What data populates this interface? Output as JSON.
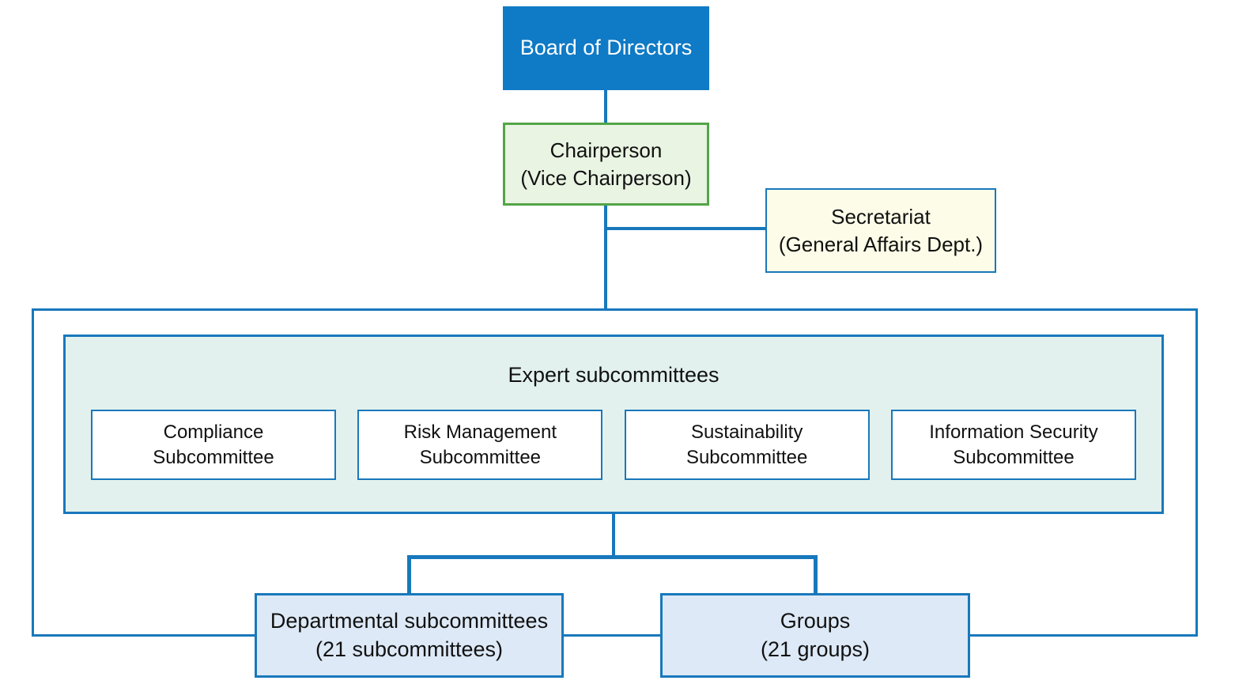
{
  "colors": {
    "primary-blue": "#1878bc",
    "board-fill": "#0f7ac5",
    "green-border": "#52a547",
    "chair-fill": "#eaf4e3",
    "secretariat-fill": "#fdfce8",
    "panel-fill": "#e3f1ee",
    "bottom-fill": "#dde9f6",
    "text-color": "#111111"
  },
  "board": {
    "label": "Board of Directors"
  },
  "chairperson": {
    "line1": "Chairperson",
    "line2": "(Vice Chairperson)"
  },
  "secretariat": {
    "line1": "Secretariat",
    "line2": "(General Affairs Dept.)"
  },
  "expert": {
    "title": "Expert subcommittees",
    "subcommittees": [
      {
        "line1": "Compliance",
        "line2": "Subcommittee"
      },
      {
        "line1": "Risk Management",
        "line2": "Subcommittee"
      },
      {
        "line1": "Sustainability",
        "line2": "Subcommittee"
      },
      {
        "line1": "Information Security",
        "line2": "Subcommittee"
      }
    ]
  },
  "departmental": {
    "line1": "Departmental subcommittees",
    "line2": "(21 subcommittees)"
  },
  "groups": {
    "line1": "Groups",
    "line2": "(21 groups)"
  }
}
